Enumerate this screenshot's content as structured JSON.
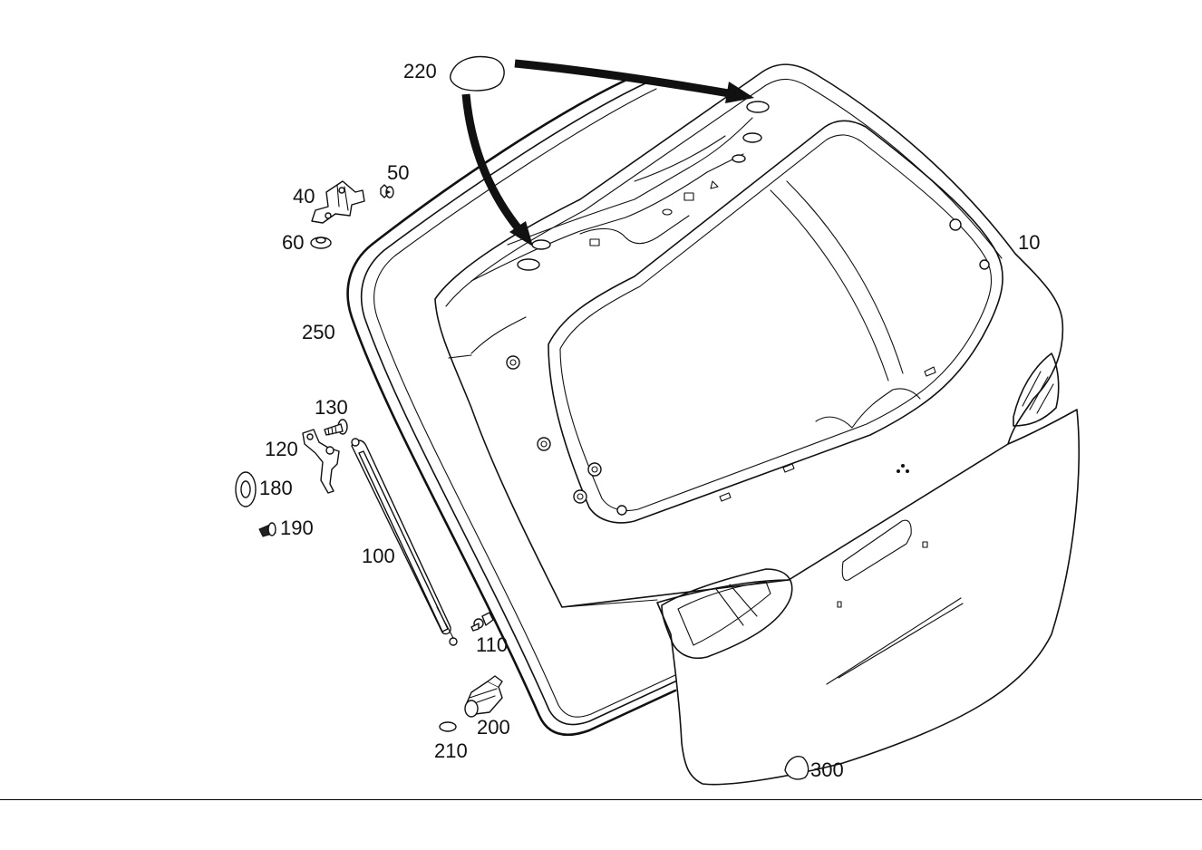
{
  "callouts": {
    "p10": "10",
    "p40": "40",
    "p50": "50",
    "p60": "60",
    "p100": "100",
    "p110": "110",
    "p120": "120",
    "p130": "130",
    "p180": "180",
    "p190": "190",
    "p200": "200",
    "p210": "210",
    "p220": "220",
    "p250": "250",
    "p300": "300"
  }
}
